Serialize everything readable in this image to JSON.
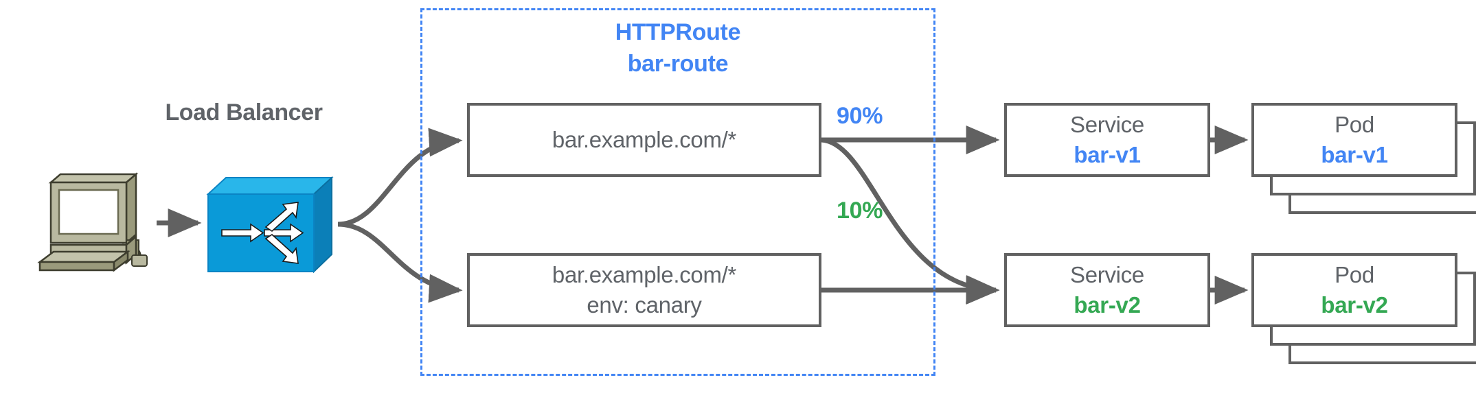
{
  "diagram": {
    "title_not_shown": null,
    "client": {
      "icon": "workstation-icon"
    },
    "load_balancer": {
      "label": "Load Balancer",
      "icon": "load-balancer-switch-icon",
      "color": "#0096d6"
    },
    "http_route": {
      "kind_label": "HTTPRoute",
      "name_label": "bar-route",
      "border_color": "#4285f4",
      "rules": [
        {
          "id": "rule-1",
          "match_line1": "bar.example.com/*",
          "match_line2": ""
        },
        {
          "id": "rule-2",
          "match_line1": "bar.example.com/*",
          "match_line2": "env: canary"
        }
      ]
    },
    "weights": [
      {
        "id": "weight-90",
        "label": "90%",
        "color": "#4285f4"
      },
      {
        "id": "weight-10",
        "label": "10%",
        "color": "#34a853"
      }
    ],
    "services": [
      {
        "id": "service-v1",
        "kind_label": "Service",
        "name_label": "bar-v1",
        "name_color": "#4285f4"
      },
      {
        "id": "service-v2",
        "kind_label": "Service",
        "name_label": "bar-v2",
        "name_color": "#34a853"
      }
    ],
    "pods": [
      {
        "id": "pod-v1",
        "kind_label": "Pod",
        "name_label": "bar-v1",
        "name_color": "#4285f4",
        "replicas_shown": 3
      },
      {
        "id": "pod-v2",
        "kind_label": "Pod",
        "name_label": "bar-v2",
        "name_color": "#34a853",
        "replicas_shown": 3
      }
    ],
    "palette": {
      "stroke_gray": "#616161",
      "text_gray": "#5f6368",
      "blue": "#4285f4",
      "green": "#34a853",
      "switch_blue": "#0096d6",
      "workstation_khaki": "#a9a98a"
    }
  }
}
